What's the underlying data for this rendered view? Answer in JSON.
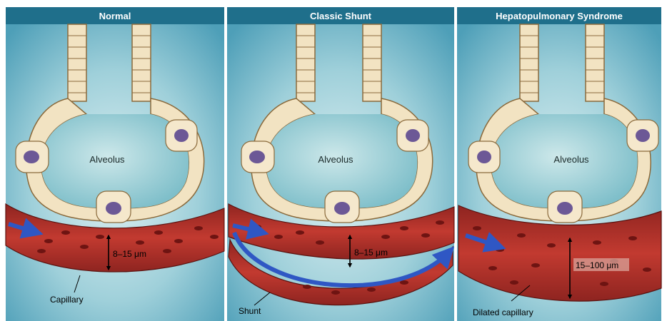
{
  "panels": [
    {
      "title": "Normal",
      "alveolus_label": "Alveolus",
      "measure_label": "8–15 μm",
      "capillary_label": "Capillary"
    },
    {
      "title": "Classic Shunt",
      "alveolus_label": "Alveolus",
      "measure_label": "8–15 μm",
      "shunt_label": "Shunt"
    },
    {
      "title": "Hepatopulmonary Syndrome",
      "alveolus_label": "Alveolus",
      "measure_label": "15–100 μm",
      "capillary_label": "Dilated capillary"
    }
  ],
  "colors": {
    "header_bg": "#1f6f8b",
    "header_text": "#ffffff",
    "panel_bg": "#5fb0c4",
    "alveolus_fill": "#8cc6cf",
    "alveolar_wall": "#f2e3c2",
    "wall_outline": "#8a6a3c",
    "capillary": "#b8322c",
    "capillary_dark": "#7d1a16",
    "rbc": "#7a1a18",
    "flow_arrow": "#2f57c4",
    "cell_nucleus": "#6c5896"
  }
}
